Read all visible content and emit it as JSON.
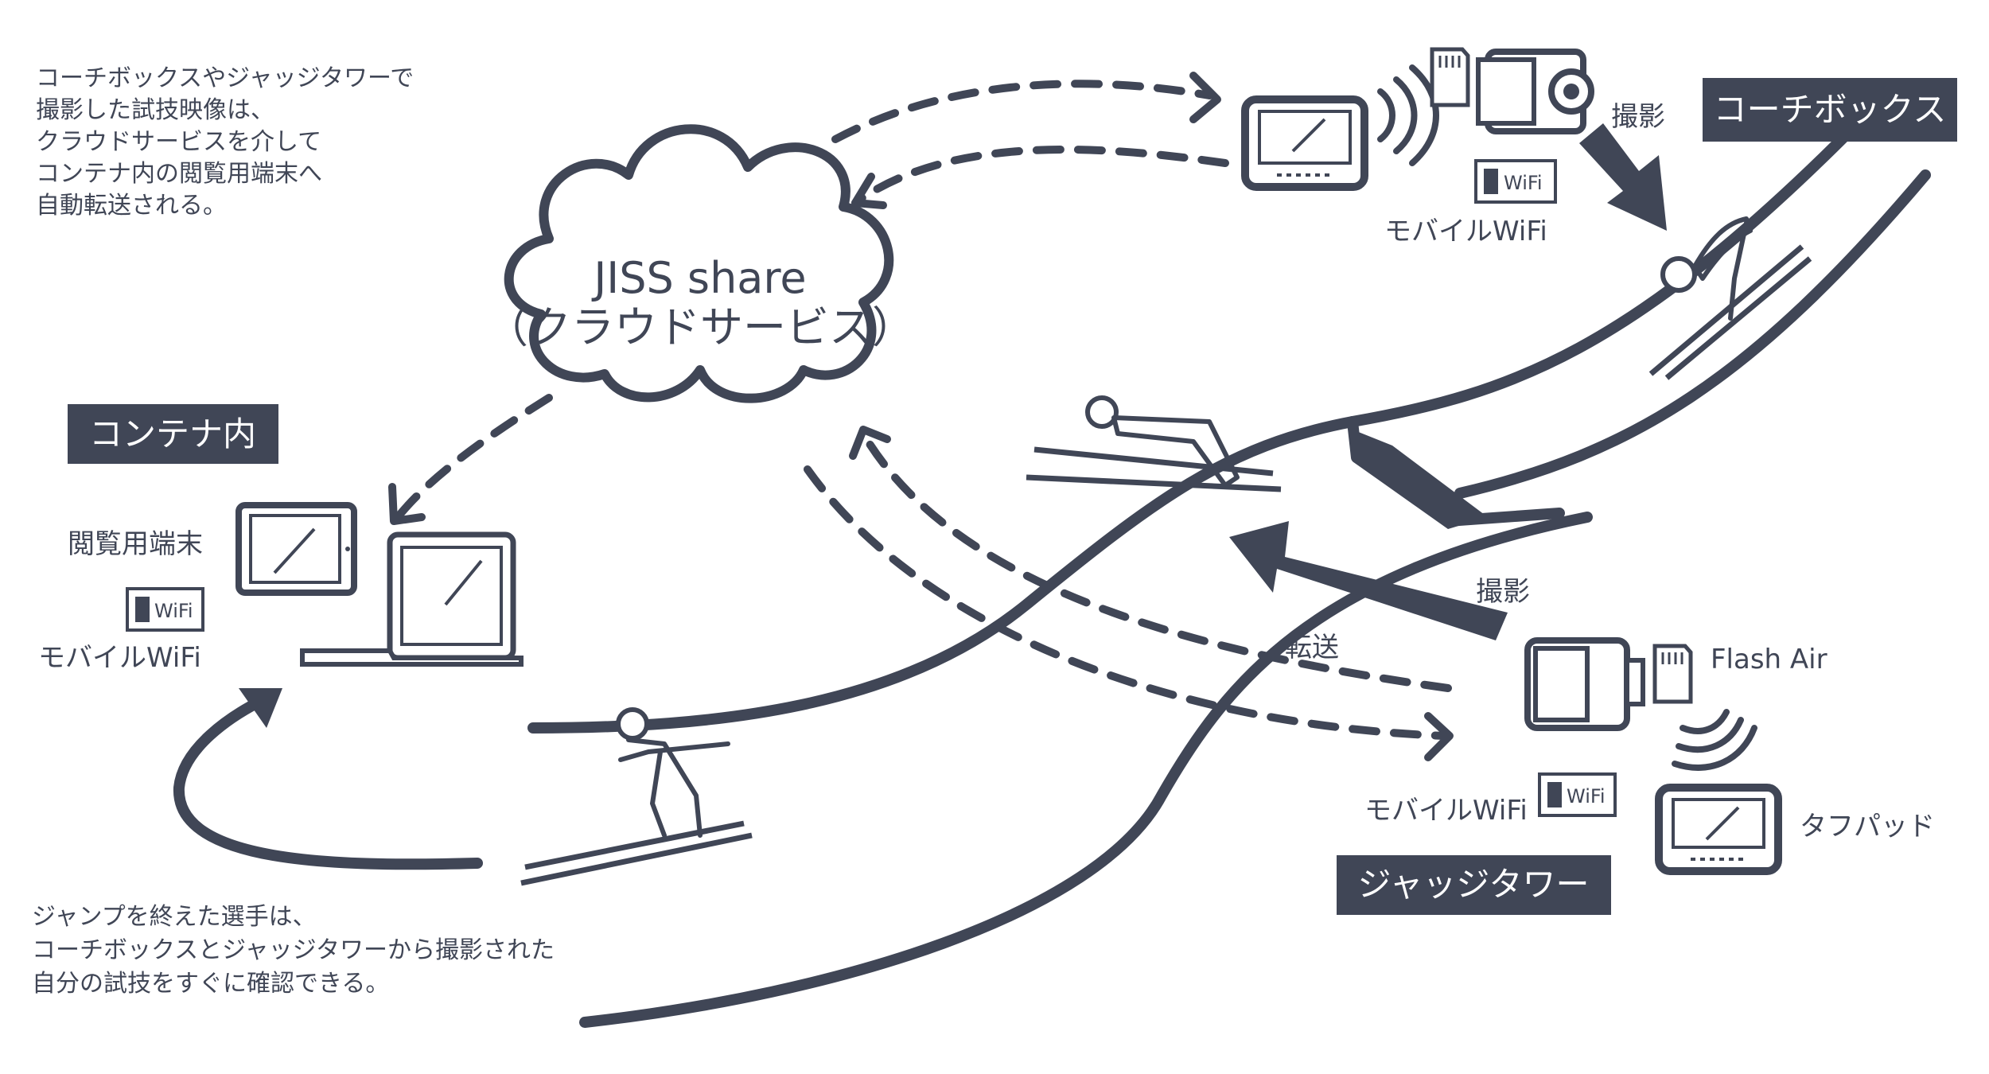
{
  "colors": {
    "ink": "#404656",
    "box_bg": "#404656",
    "box_text": "#ffffff",
    "background": "#ffffff"
  },
  "icons": [
    "cloud-icon",
    "rugged-tablet-icon",
    "sd-card-icon",
    "video-camera-icon",
    "wifi-signal-icon",
    "mobile-wifi-icon",
    "tablet-icon",
    "laptop-icon",
    "ski-jumper-icon",
    "arrow-icon"
  ],
  "intro_note": [
    "コーチボックスやジャッジタワーで",
    "撮影した試技映像は、",
    "クラウドサービスを介して",
    "コンテナ内の閲覧用端末へ",
    "自動転送される。"
  ],
  "outro_note": [
    "ジャンプを終えた選手は、",
    "コーチボックスとジャッジタワーから撮影された",
    "自分の試技をすぐに確認できる。"
  ],
  "cloud": {
    "line1": "JISS share",
    "line2": "（クラウドサービス）"
  },
  "boxes": {
    "coach_box": "コーチボックス",
    "container": "コンテナ内",
    "judge_tower": "ジャッジタワー"
  },
  "labels": {
    "shoot_top": "撮影",
    "shoot_bottom": "撮影",
    "transfer": "転送",
    "viewer": "閲覧用端末",
    "flash_air": "Flash Air",
    "tough_pad": "タフパッド",
    "mobile_wifi_top": "モバイルWiFi",
    "mobile_wifi_container": "モバイルWiFi",
    "mobile_wifi_judge": "モバイルWiFi",
    "wifi_badge": "WiFi"
  }
}
